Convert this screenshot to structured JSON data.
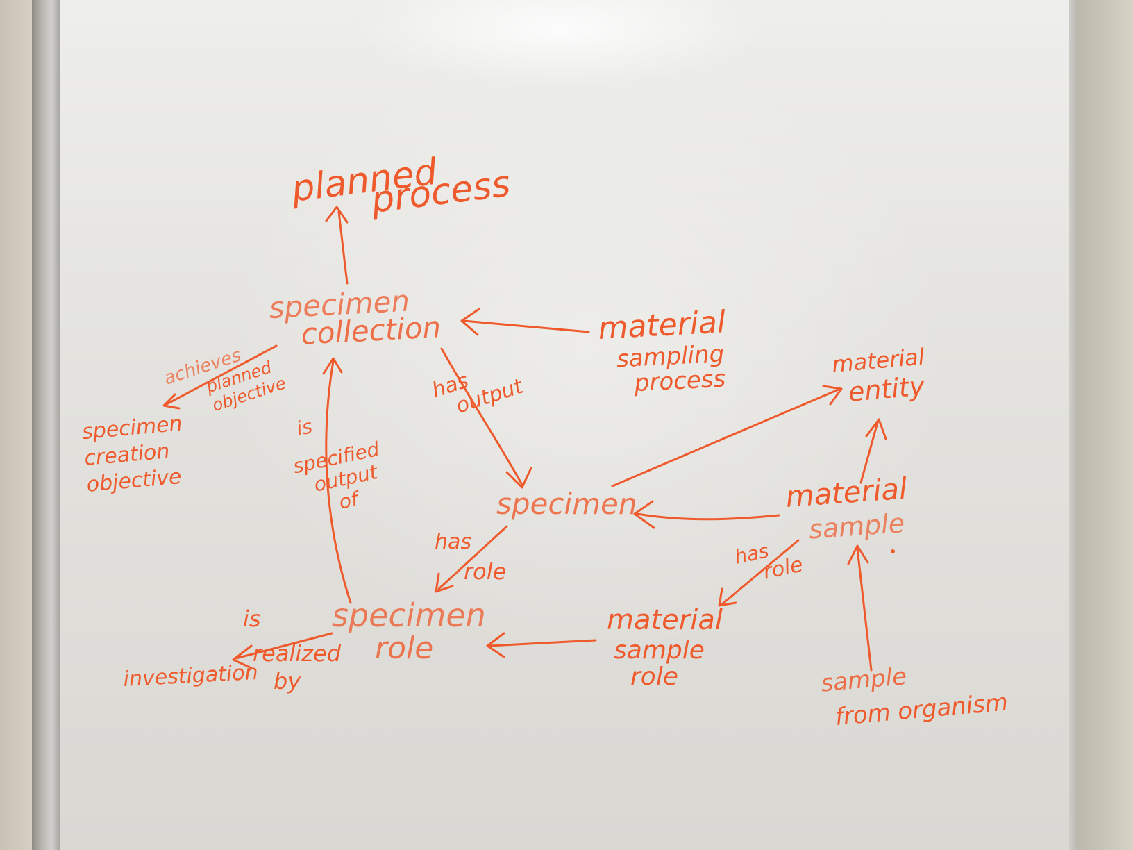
{
  "nodes": {
    "planned_process": [
      "planned",
      "process"
    ],
    "specimen_collection": [
      "specimen",
      "collection"
    ],
    "material_sampling_process": [
      "material",
      "sampling",
      "process"
    ],
    "material_entity": [
      "material",
      "entity"
    ],
    "specimen_creation_objective": [
      "specimen",
      "creation",
      "objective"
    ],
    "specimen": [
      "specimen"
    ],
    "material_sample": [
      "material",
      "sample"
    ],
    "specimen_role": [
      "specimen",
      "role"
    ],
    "material_sample_role": [
      "material",
      "sample",
      "role"
    ],
    "investigation": [
      "investigation"
    ],
    "sample_from_organism": [
      "sample",
      "from organism"
    ]
  },
  "edge_labels": {
    "achieves_planned_objective": [
      "achieves",
      "planned",
      "objective"
    ],
    "has_output": [
      "has",
      "output"
    ],
    "is_specified_output_of": [
      "is",
      "specified",
      "output",
      "of"
    ],
    "specimen_has_role": [
      "has",
      "role"
    ],
    "sample_has_role": [
      "has",
      "role"
    ],
    "is_realized_by": [
      "is",
      "realized",
      "by"
    ]
  },
  "colors": {
    "ink": "#ef5a2c",
    "board": "#e6e5e1"
  }
}
